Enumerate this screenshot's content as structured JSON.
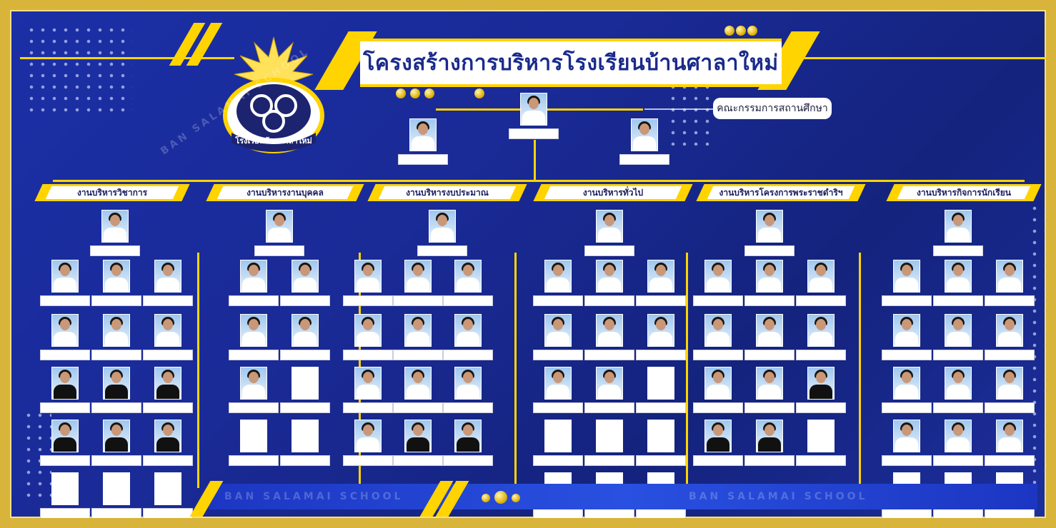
{
  "title": "โครงสร้างการบริหารโรงเรียนบ้านศาลาใหม่",
  "logo_text": "โรงเรียนบ้านศาลาใหม่",
  "watermark": "BAN SALAMAI SCHOOL",
  "committee_label": "คณะกรรมการสถานศึกษา",
  "colors": {
    "background": "#1a2a96",
    "accent": "#ffd400",
    "frame": "#d8b43a"
  },
  "departments": [
    {
      "label": "งานบริหารวิชาการ"
    },
    {
      "label": "งานบริหารงานบุคคล"
    },
    {
      "label": "งานบริหารงบประมาณ"
    },
    {
      "label": "งานบริหารทั่วไป"
    },
    {
      "label": "งานบริหารโครงการพระราชดำริฯ"
    },
    {
      "label": "งานบริหารกิจการนักเรียน"
    }
  ]
}
